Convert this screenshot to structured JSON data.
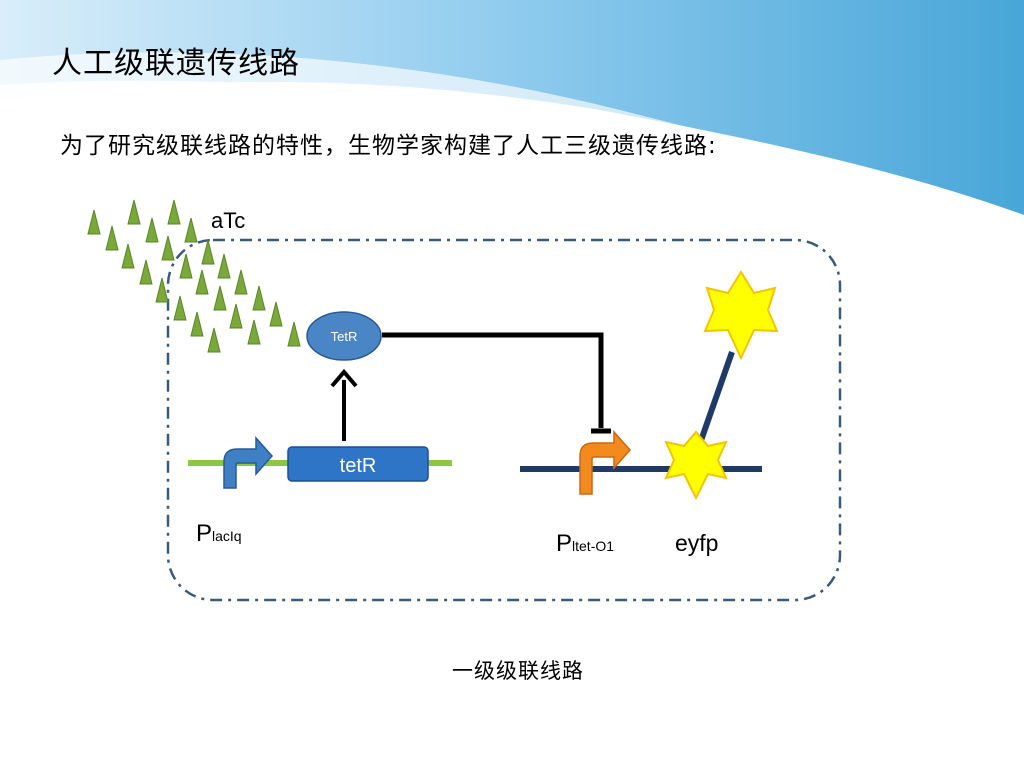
{
  "slide": {
    "title": "人工级联遗传线路",
    "subtitle": "为了研究级联线路的特性，生物学家构建了人工三级遗传线路:",
    "caption": "一级级联线路"
  },
  "diagram": {
    "inducer_label": "aTc",
    "protein_label": "TetR",
    "gene_label": "tetR",
    "promoter1": {
      "main": "P",
      "subscript": "lacIq"
    },
    "promoter2": {
      "main": "P",
      "subscript": "ltet-O1"
    },
    "reporter_label": "eyfp"
  },
  "colors": {
    "header_blue": "#5ab0dc",
    "circuit_border": "#3a5a7a",
    "gene_box": "#2e75c8",
    "protein_ellipse": "#4a86c6",
    "backbone_green": "#8dc63f",
    "promoter1_arrow": "#3f7fc4",
    "promoter2_arrow": "#f28a1e",
    "fluorescence_star": "#ffff00",
    "inducer_triangle": "#7aa93a"
  }
}
